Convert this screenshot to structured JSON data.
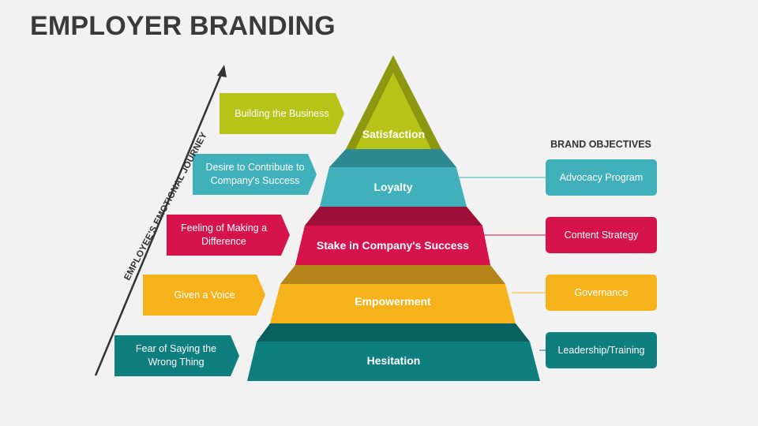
{
  "title": "EMPLOYER BRANDING",
  "axis_label": "EMPLOYEE'S EMOTIONAL JOURNEY",
  "objectives_heading": "BRAND OBJECTIVES",
  "colors": {
    "olive": "#b5c416",
    "teal": "#40b1bb",
    "crimson": "#d6134a",
    "amber": "#f5b21a",
    "darkteal": "#0f7e7e"
  },
  "tiers": [
    {
      "label": "Satisfaction",
      "stage": "Building the Business"
    },
    {
      "label": "Loyalty",
      "stage": "Desire to Contribute to Company's Success",
      "objective": "Advocacy Program"
    },
    {
      "label": "Stake in Company's Success",
      "stage": "Feeling of Making a Difference",
      "objective": "Content Strategy"
    },
    {
      "label": "Empowerment",
      "stage": "Given a Voice",
      "objective": "Governance"
    },
    {
      "label": "Hesitation",
      "stage": "Fear of Saying the Wrong Thing",
      "objective": "Leadership/Training"
    }
  ]
}
